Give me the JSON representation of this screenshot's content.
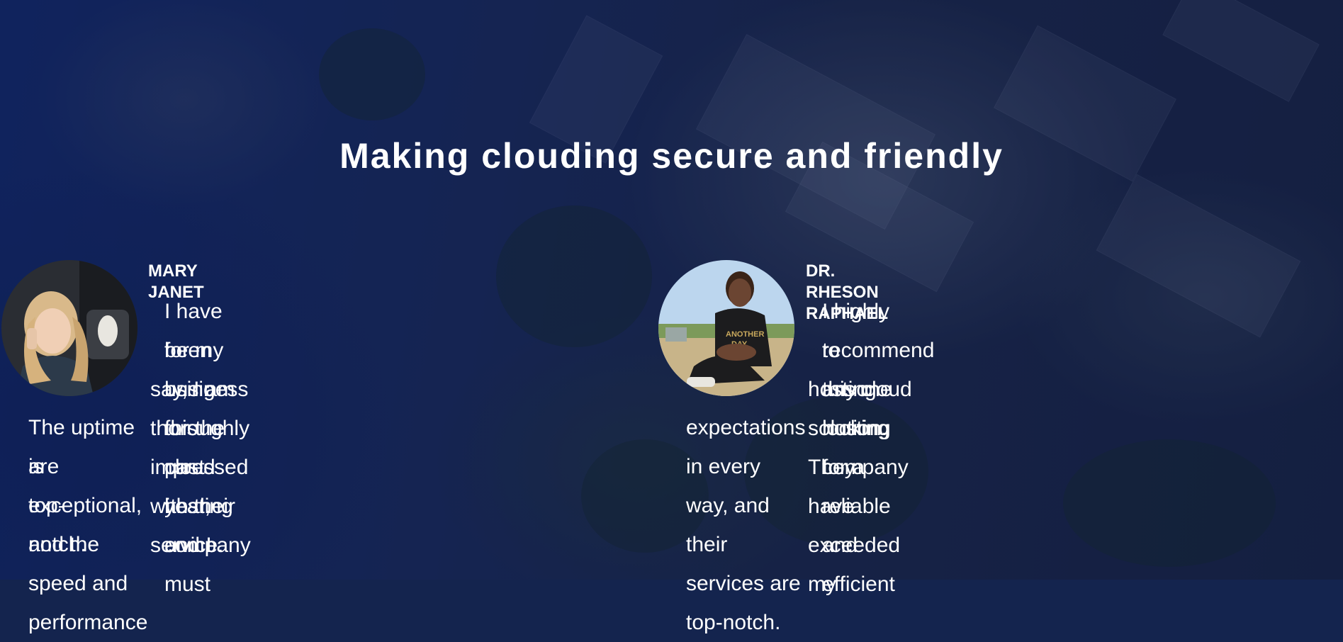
{
  "section": {
    "title": "Making clouding secure and friendly"
  },
  "testimonials": [
    {
      "name": "MARY JANET",
      "avatar_icon": "person-on-phone-photo",
      "quote_lines": [
        "I have been using this cloud hosting company",
        "for my business for the past year, and I must",
        "say, I am thoroughly impressed with their service.",
        "The uptime is exceptional, and the speed and performance",
        "are top-notch."
      ]
    },
    {
      "name": "DR. RHESON RAPHAEL",
      "avatar_icon": "person-sitting-outdoors-photo",
      "quote_lines": [
        "I highly recommend this cloud hosting company",
        "to anyone looking for a reliable and efficient",
        "hosting solution. They have exceeded my",
        "expectations in every way, and their services are top-notch."
      ]
    }
  ],
  "colors": {
    "background": "#14244e",
    "text": "#ffffff"
  }
}
